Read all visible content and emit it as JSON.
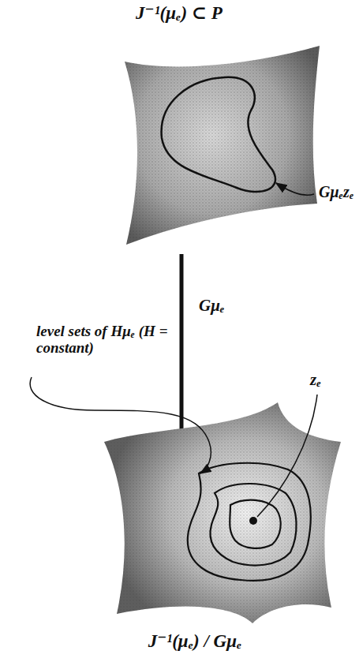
{
  "diagram": {
    "labels": [
      "J⁻¹(μₑ) ⊂ P",
      "Gμₑzₑ",
      "Gμₑ",
      "level sets of Hμₑ (H = constant)",
      "zₑ",
      "J⁻¹(μₑ) / Gμₑ"
    ]
  }
}
